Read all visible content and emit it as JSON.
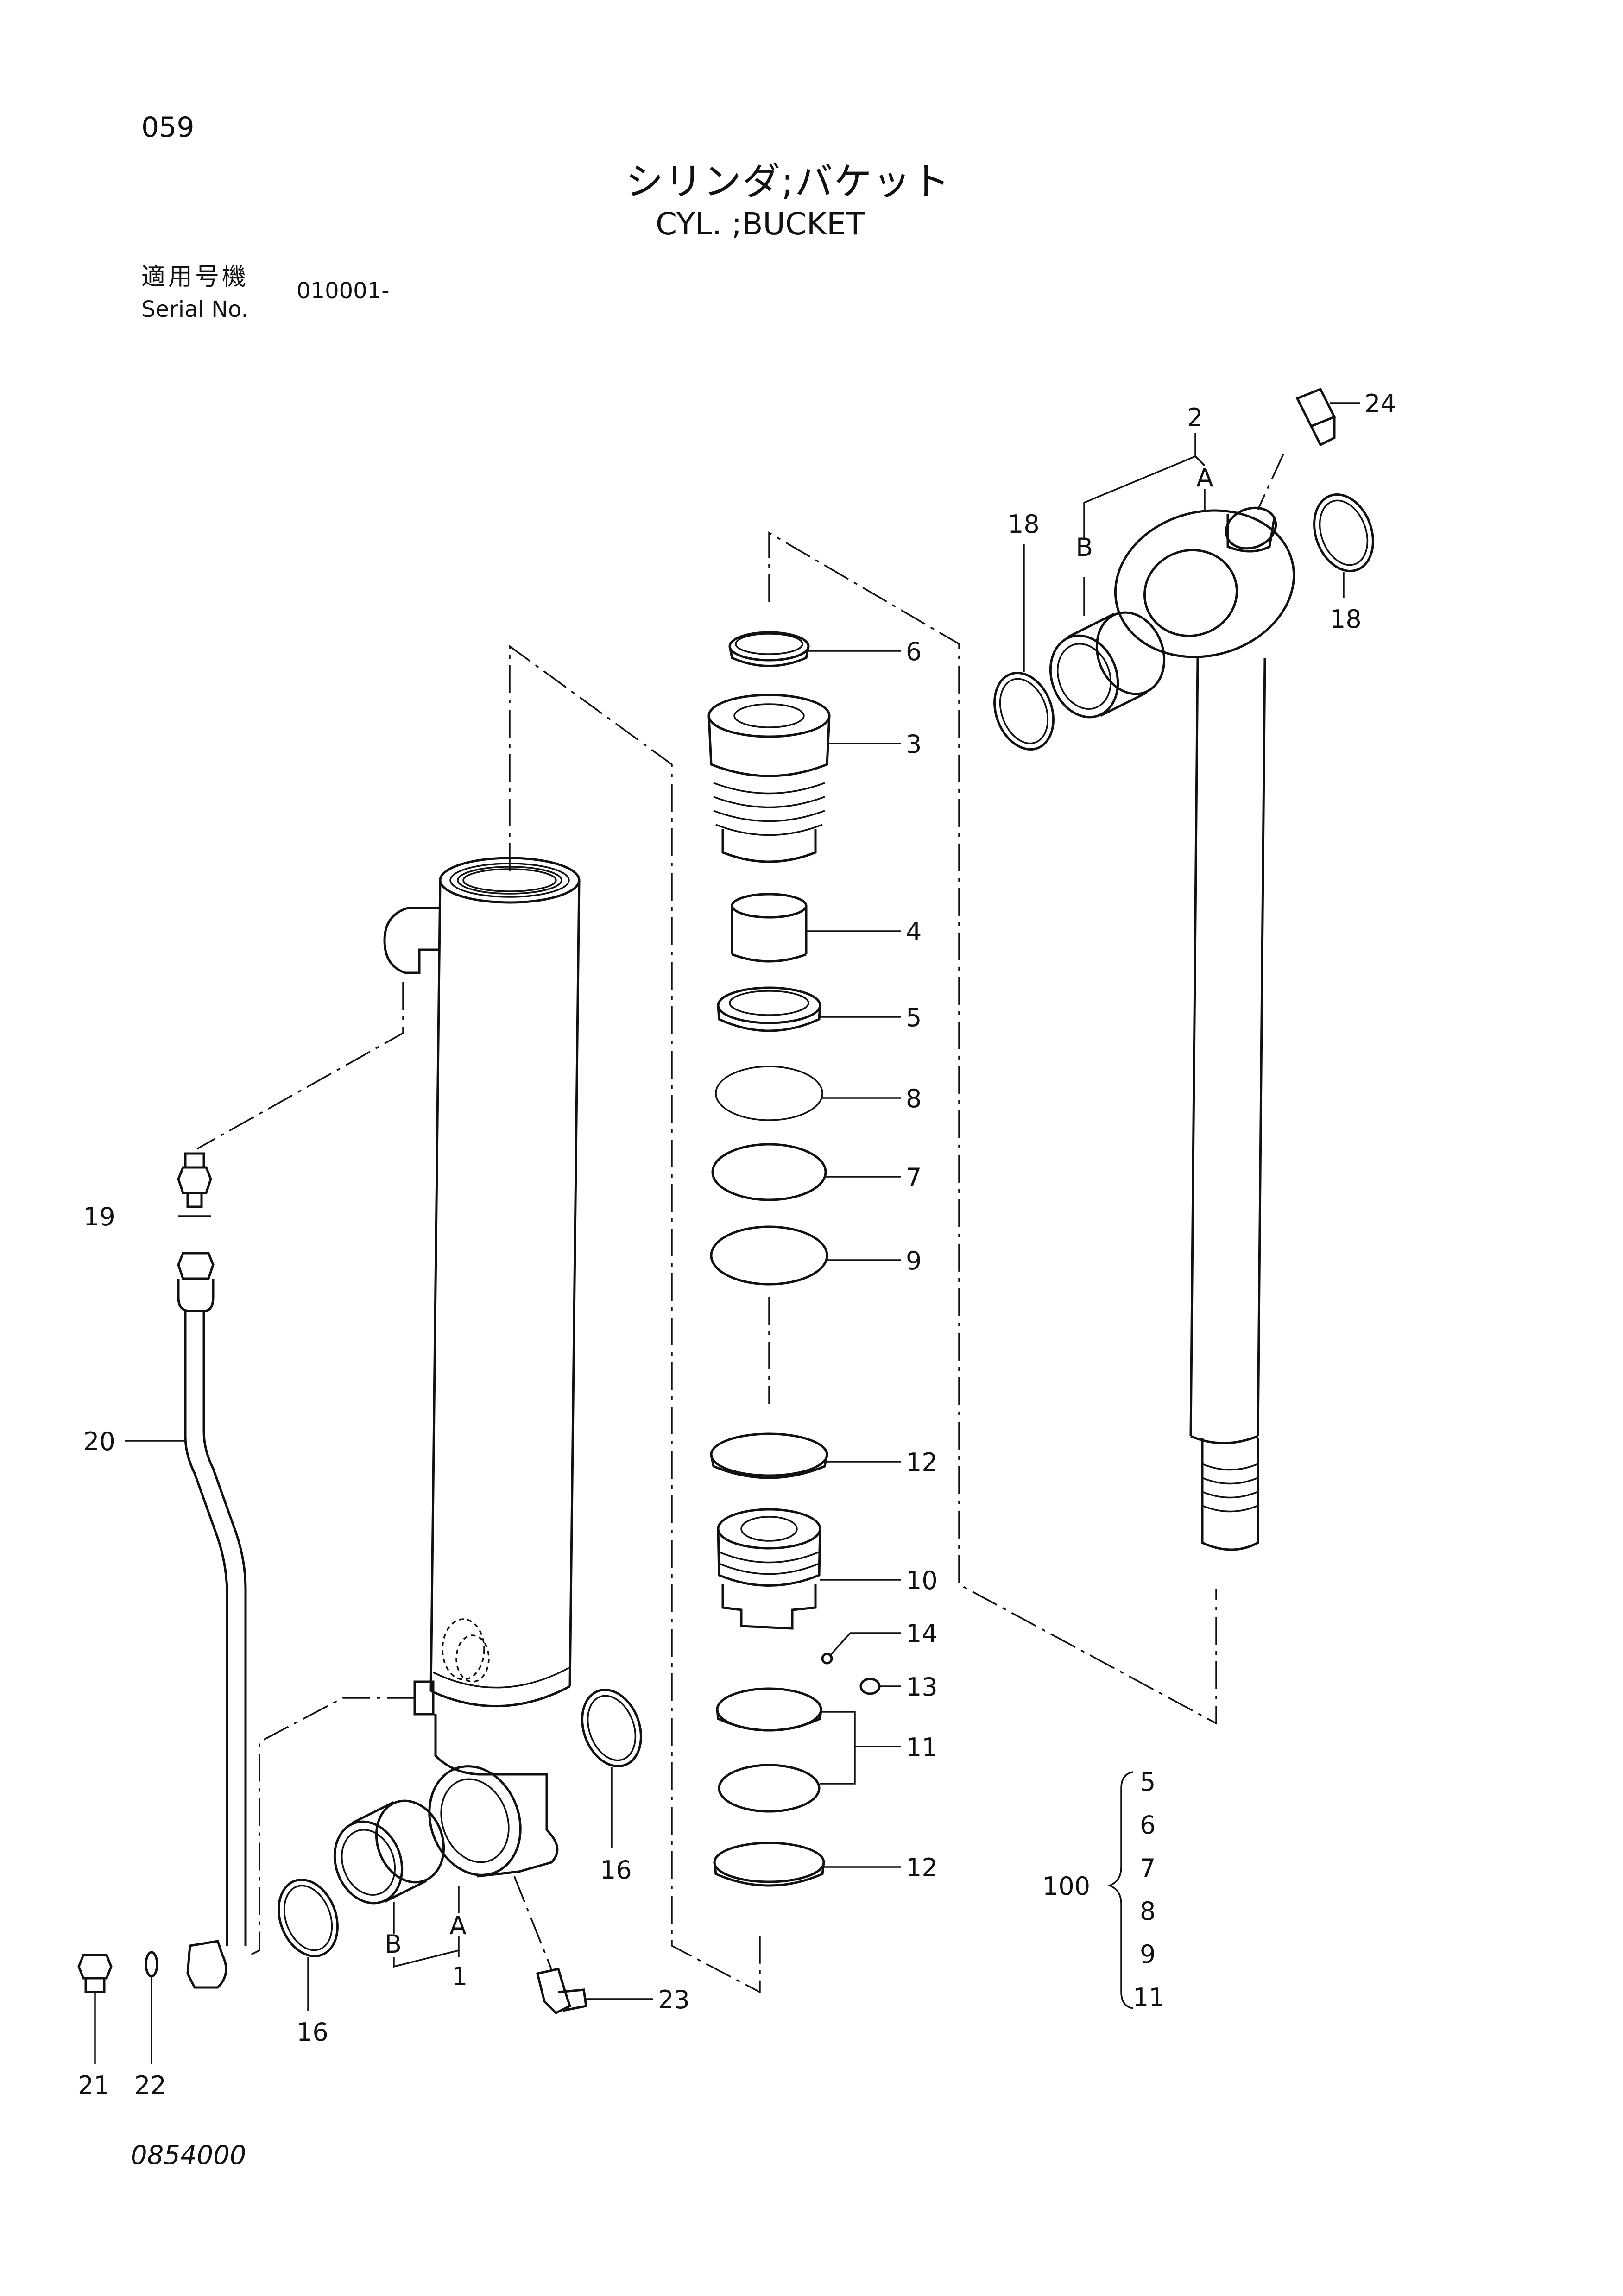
{
  "header": {
    "page_number": "059",
    "title_jp": "シリンダ;バケット",
    "title_en": "CYL. ;BUCKET",
    "serial_label_jp": "適用号機",
    "serial_label_en": "Serial No.",
    "serial_value": "010001-"
  },
  "footer": {
    "drawing_number": "0854000"
  },
  "callouts": {
    "p1": "1",
    "p2": "2",
    "p3": "3",
    "p4": "4",
    "p5": "5",
    "p6": "6",
    "p7": "7",
    "p8": "8",
    "p9": "9",
    "p10": "10",
    "p11": "11",
    "p12a": "12",
    "p12b": "12",
    "p13": "13",
    "p14": "14",
    "p16a": "16",
    "p16b": "16",
    "p18a": "18",
    "p18b": "18",
    "p19": "19",
    "p20": "20",
    "p21": "21",
    "p22": "22",
    "p23": "23",
    "p24": "24",
    "markA_head": "A",
    "markB_head": "B",
    "markA_tube": "A",
    "markB_tube": "B"
  },
  "kit": {
    "number": "100",
    "items": [
      "5",
      "6",
      "7",
      "8",
      "9",
      "11"
    ]
  }
}
